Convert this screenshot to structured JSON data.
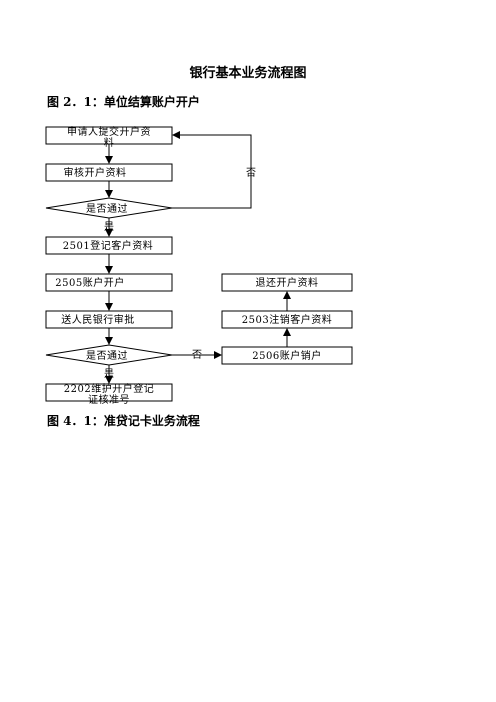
{
  "title": "银行基本业务流程图",
  "figure1_caption": "图 2．1：单位结算账户开户",
  "figure2_caption": "图 4．1：准贷记卡业务流程",
  "flowchart": {
    "nodes": {
      "apply_line1": "申请人提交开户资",
      "apply_line2": "料",
      "review": "审核开户资料",
      "decision1": "是否通过",
      "register": "2501登记客户资料",
      "open": "2505账户开户",
      "send": "送人民银行审批",
      "decision2": "是否通过",
      "final_line1": "2202维护开户登记",
      "final_line2": "证核准号",
      "return": "退还开户资料",
      "cancel": "2503注销客户资料",
      "close": "2506账户销户"
    },
    "labels": {
      "no1": "否",
      "yes1": "是",
      "no2": "否",
      "yes2": "是"
    }
  }
}
